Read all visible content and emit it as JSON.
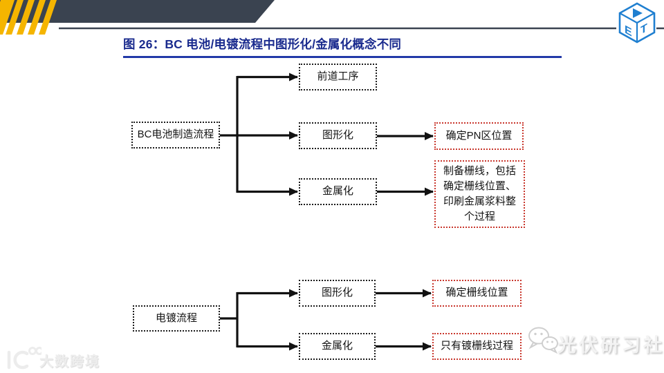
{
  "header": {
    "title": "图 26：BC 电池/电镀流程中图形化/金属化概念不同"
  },
  "logo": {
    "name": "cube-logo",
    "face_letters": [
      "E",
      "T"
    ]
  },
  "charts": [
    {
      "root": "BC电池制造流程",
      "branches": [
        {
          "label": "前道工序",
          "result": ""
        },
        {
          "label": "图形化",
          "result": "确定PN区位置"
        },
        {
          "label": "金属化",
          "result": "制备栅线，包括确定栅线位置、印刷金属浆料整个过程"
        }
      ]
    },
    {
      "root": "电镀流程",
      "branches": [
        {
          "label": "图形化",
          "result": "确定栅线位置"
        },
        {
          "label": "金属化",
          "result": "只有镀栅线过程"
        }
      ]
    }
  ],
  "watermarks": {
    "bottom_left": "大数跨境",
    "bottom_right": "光伏研习社"
  },
  "colors": {
    "accent_yellow": "#F5B500",
    "header_dark": "#3A4350",
    "title_blue": "#1A2B8E",
    "underline_blue": "#2239A8",
    "result_red": "#C8352B",
    "connector_black": "#111111",
    "logo_blue": "#1F7FD0",
    "watermark_gray": "#EDEDED"
  }
}
